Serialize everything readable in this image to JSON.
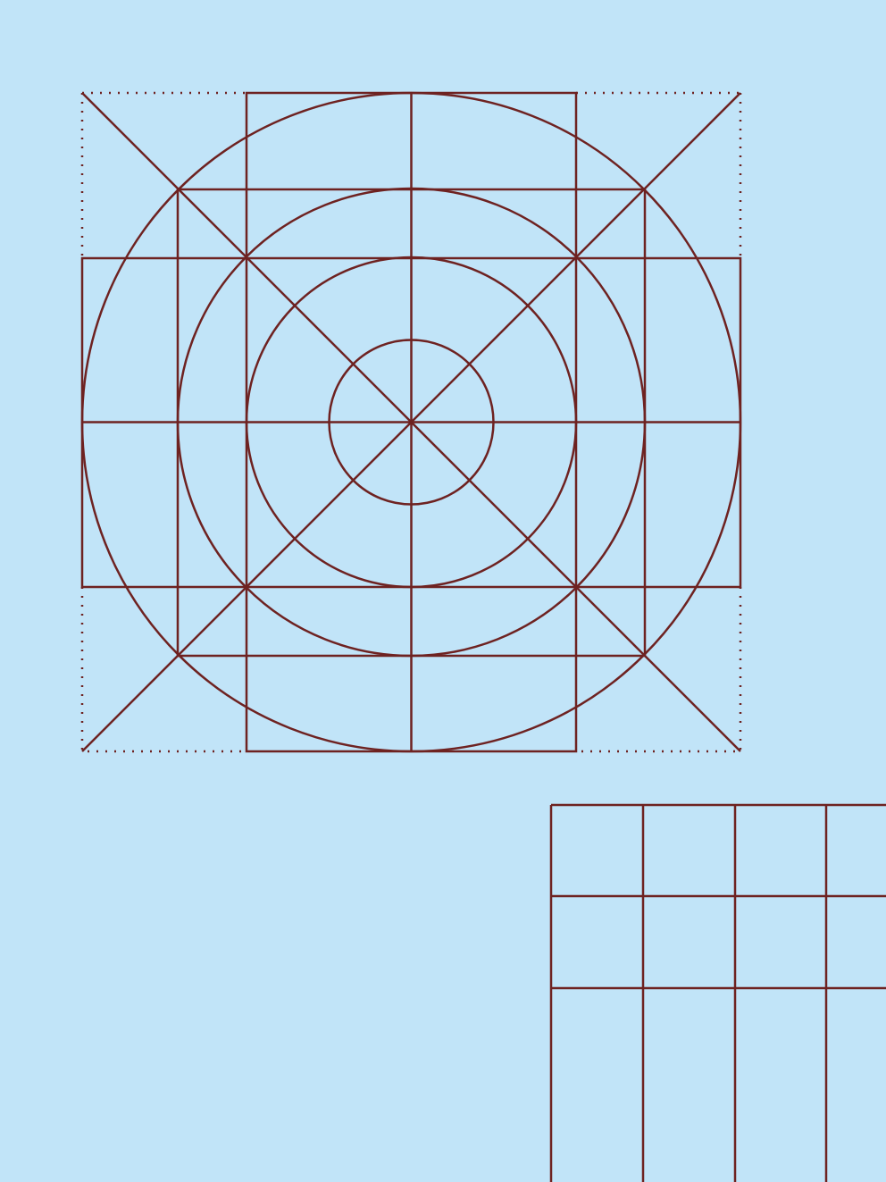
{
  "colors": {
    "background": "#c1e4f8",
    "line": "#6e2221"
  },
  "keyline_grid": {
    "circle_count": 4,
    "rectangle_count": 4,
    "diagonal_count": 2,
    "dotted_corner_count": 4
  },
  "corner_grid": {
    "columns_visible": 4,
    "rows_visible": 3
  }
}
